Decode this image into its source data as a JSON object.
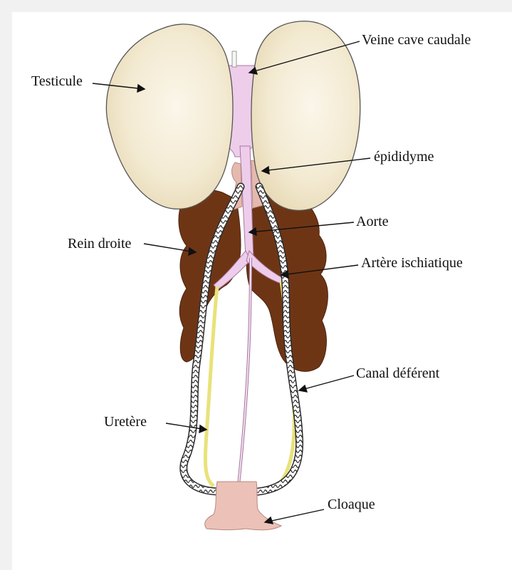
{
  "figure": {
    "labels": {
      "testicule": "Testicule",
      "veine_cave_caudale": "Veine cave caudale",
      "epididyme": "épididyme",
      "aorte": "Aorte",
      "rein_droite": "Rein droite",
      "artere_ischiatique": "Artère ischiatique",
      "canal_deferent": "Canal déférent",
      "uretere": "Uretère",
      "cloaque": "Cloaque"
    },
    "colors": {
      "background": "#f1f1f1",
      "panel": "#ffffff",
      "testis_fill": "#f3ead2",
      "kidney_fill": "#6e3515",
      "vessel_fill": "#eecdea",
      "epididymis_fill": "#e6b9ae",
      "cloaca_fill": "#ecc2b8",
      "ureter_fill": "#e9e27a",
      "deferent_duct_stroke": "#2b2b2b"
    }
  }
}
